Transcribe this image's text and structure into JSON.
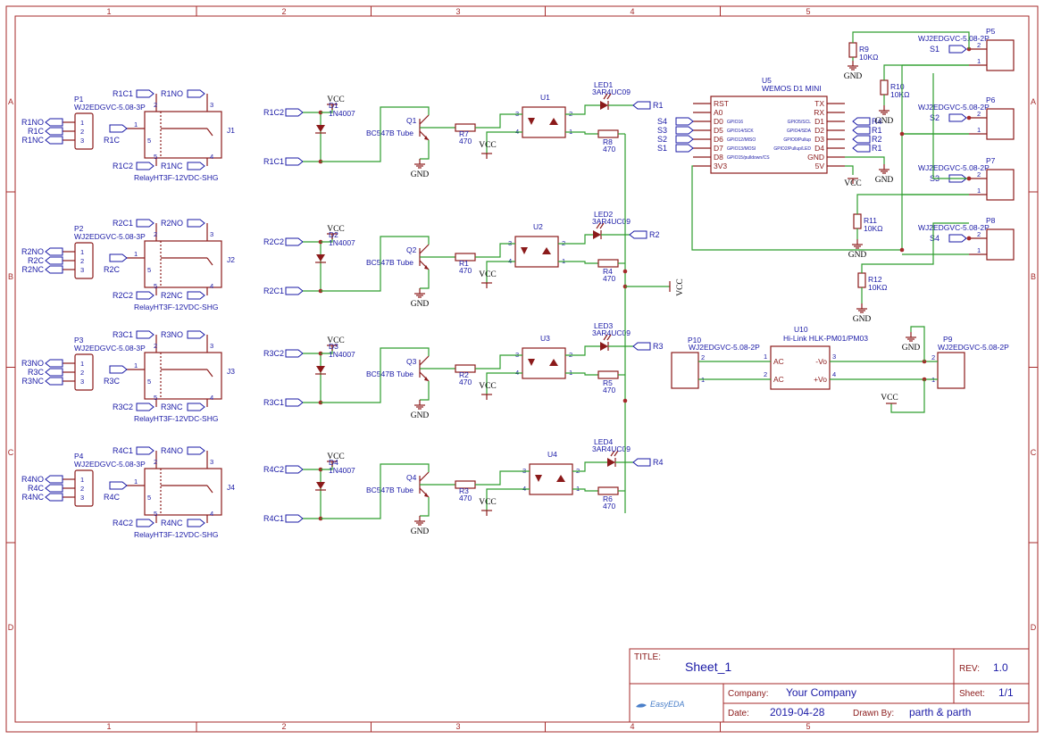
{
  "zones": {
    "columns": [
      "1",
      "2",
      "3",
      "4",
      "5"
    ],
    "rows": [
      "A",
      "B",
      "C",
      "D"
    ]
  },
  "title_block": {
    "title_label": "TITLE:",
    "title": "Sheet_1",
    "rev_label": "REV:",
    "rev": "1.0",
    "company_label": "Company:",
    "company": "Your Company",
    "sheet_label": "Sheet:",
    "sheet": "1/1",
    "date_label": "Date:",
    "date": "2019-04-28",
    "drawn_label": "Drawn By:",
    "drawn_by": "parth & parth",
    "logo": "EasyEDA"
  },
  "channels": [
    {
      "terminal_ref": "P1",
      "terminal_val": "WJ2EDGVC-5.08-3P",
      "term_nets": [
        "R1NO",
        "R1C",
        "R1NC"
      ],
      "relay_ref": "J1",
      "relay_val": "RelayHT3F-12VDC-SHG",
      "relay_nets": {
        "c1": "R1C1",
        "no": "R1NO",
        "c": "R1C",
        "c2": "R1C2",
        "nc": "R1NC"
      },
      "coil_nets": [
        "R1C2",
        "R1C1"
      ],
      "diode_ref": "D1",
      "diode_val": "1N4007",
      "q_ref": "Q1",
      "q_val": "BC547B Tube",
      "rb_ref": "R7",
      "rb_val": "470",
      "u_ref": "U1",
      "led_ref": "LED1",
      "led_val": "3AR4UC09",
      "rl_ref": "R8",
      "rl_val": "470",
      "in_net": "R1"
    },
    {
      "terminal_ref": "P2",
      "terminal_val": "WJ2EDGVC-5.08-3P",
      "term_nets": [
        "R2NO",
        "R2C",
        "R2NC"
      ],
      "relay_ref": "J2",
      "relay_val": "RelayHT3F-12VDC-SHG",
      "relay_nets": {
        "c1": "R2C1",
        "no": "R2NO",
        "c": "R2C",
        "c2": "R2C2",
        "nc": "R2NC"
      },
      "coil_nets": [
        "R2C2",
        "R2C1"
      ],
      "diode_ref": "D2",
      "diode_val": "1N4007",
      "q_ref": "Q2",
      "q_val": "BC547B Tube",
      "rb_ref": "R1",
      "rb_val": "470",
      "u_ref": "U2",
      "led_ref": "LED2",
      "led_val": "3AR4UC09",
      "rl_ref": "R4",
      "rl_val": "470",
      "in_net": "R2"
    },
    {
      "terminal_ref": "P3",
      "terminal_val": "WJ2EDGVC-5.08-3P",
      "term_nets": [
        "R3NO",
        "R3C",
        "R3NC"
      ],
      "relay_ref": "J3",
      "relay_val": "RelayHT3F-12VDC-SHG",
      "relay_nets": {
        "c1": "R3C1",
        "no": "R3NO",
        "c": "R3C",
        "c2": "R3C2",
        "nc": "R3NC"
      },
      "coil_nets": [
        "R3C2",
        "R3C1"
      ],
      "diode_ref": "D3",
      "diode_val": "1N4007",
      "q_ref": "Q3",
      "q_val": "BC547B Tube",
      "rb_ref": "R2",
      "rb_val": "470",
      "u_ref": "U3",
      "led_ref": "LED3",
      "led_val": "3AR4UC09",
      "rl_ref": "R5",
      "rl_val": "470",
      "in_net": "R3"
    },
    {
      "terminal_ref": "P4",
      "terminal_val": "WJ2EDGVC-5.08-3P",
      "term_nets": [
        "R4NO",
        "R4C",
        "R4NC"
      ],
      "relay_ref": "J4",
      "relay_val": "RelayHT3F-12VDC-SHG",
      "relay_nets": {
        "c1": "R4C1",
        "no": "R4NO",
        "c": "R4C",
        "c2": "R4C2",
        "nc": "R4NC"
      },
      "coil_nets": [
        "R4C2",
        "R4C1"
      ],
      "diode_ref": "D4",
      "diode_val": "1N4007",
      "q_ref": "Q4",
      "q_val": "BC547B Tube",
      "rb_ref": "R3",
      "rb_val": "470",
      "u_ref": "U4",
      "led_ref": "LED4",
      "led_val": "3AR4UC09",
      "rl_ref": "R6",
      "rl_val": "470",
      "in_net": "R4"
    }
  ],
  "power": {
    "vcc": "VCC",
    "gnd": "GND"
  },
  "mcu": {
    "ref": "U5",
    "val": "WEMOS D1 MINI",
    "left_pins": [
      {
        "name": "RST",
        "func": ""
      },
      {
        "name": "A0",
        "func": ""
      },
      {
        "name": "D0",
        "func": "GPIO16"
      },
      {
        "name": "D5",
        "func": "GPIO14/SCK"
      },
      {
        "name": "D6",
        "func": "GPIO12/MISO"
      },
      {
        "name": "D7",
        "func": "GPIO13/MOSI"
      },
      {
        "name": "D8",
        "func": "GPIO15/pulldown/CS"
      },
      {
        "name": "3V3",
        "func": ""
      }
    ],
    "right_pins": [
      {
        "name": "TX",
        "func": ""
      },
      {
        "name": "RX",
        "func": ""
      },
      {
        "name": "D1",
        "func": "GPIO5/SCL"
      },
      {
        "name": "D2",
        "func": "GPIO4/SDA"
      },
      {
        "name": "D3",
        "func": "GPIO0/Pullup"
      },
      {
        "name": "D4",
        "func": "GPIO2/Pullup/LED"
      },
      {
        "name": "GND",
        "func": ""
      },
      {
        "name": "5V",
        "func": ""
      }
    ],
    "left_nets": [
      "S4",
      "S3",
      "S2",
      "S1"
    ],
    "right_nets": [
      "R4",
      "R1",
      "R2",
      "R1"
    ]
  },
  "switches": [
    {
      "ref": "P5",
      "val": "WJ2EDGVC-5.08-2P",
      "net": "S1",
      "r_ref": "R9",
      "r_val": "10KΩ"
    },
    {
      "ref": "P6",
      "val": "WJ2EDGVC-5.08-2P",
      "net": "S2",
      "r_ref": "R10",
      "r_val": "10KΩ"
    },
    {
      "ref": "P7",
      "val": "WJ2EDGVC-5.08-2P",
      "net": "S3",
      "r_ref": "R11",
      "r_val": "10KΩ"
    },
    {
      "ref": "P8",
      "val": "WJ2EDGVC-5.08-2P",
      "net": "S4",
      "r_ref": "R12",
      "r_val": "10KΩ"
    }
  ],
  "psu": {
    "ref": "U10",
    "val": "Hi-Link HLK-PM01/PM03",
    "pins": [
      "AC",
      "AC",
      "-Vo",
      "+Vo"
    ],
    "in_ref": "P10",
    "in_val": "WJ2EDGVC-5.08-2P",
    "out_ref": "P9",
    "out_val": "WJ2EDGVC-5.08-2P"
  }
}
